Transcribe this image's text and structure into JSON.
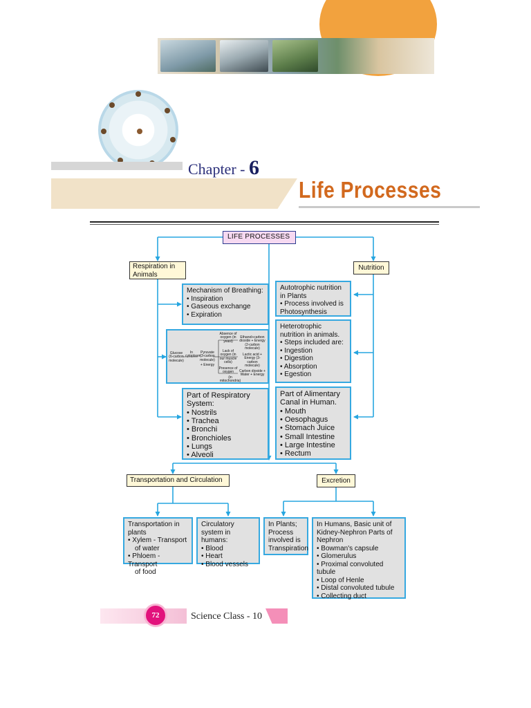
{
  "header": {
    "chapter_label": "Chapter - ",
    "chapter_number": "6",
    "title": "Life Processes"
  },
  "root": "LIFE PROCESSES",
  "respiration": {
    "heading": "Respiration in Animals",
    "breathing": {
      "title": "Mechanism of Breathing:",
      "items": [
        "Inspiration",
        "Gaseous exchange",
        "Expiration"
      ]
    },
    "pathway": {
      "glucose": "Glucose (6-carbon molecule)",
      "in_cytoplasm": "In cytoplasm",
      "pyruvate": "Pyruvate (3-carbon molecule)",
      "energy": "+ Energy",
      "absence": "Absence of oxygen (in yeast)",
      "lack": "Lack of oxygen (in our muscle cells)",
      "presence": "Presence of oxygen",
      "mitochondria": "(in mitochondria)",
      "out1": "Ethanol+carbon dioxide + Energy (2-carbon molecule)",
      "out2": "Lactic acid + Energy (3-carbon molecule)",
      "out3": "Carbon dioxide + Water + Energy"
    },
    "system": {
      "title": "Part of Respiratory System:",
      "items": [
        "Nostrils",
        "Trachea",
        "Bronchi",
        "Bronchioles",
        "Lungs",
        "Alveoli"
      ]
    }
  },
  "nutrition": {
    "heading": "Nutrition",
    "autotrophic": {
      "title": "Autotrophic nutrition in Plants",
      "items": [
        "Process involved is Photosynthesis"
      ]
    },
    "heterotrophic": {
      "title": "Heterotrophic nutrition in animals.",
      "items": [
        "Steps included are:",
        "Ingestion",
        "Digestion",
        "Absorption",
        "Egestion"
      ]
    },
    "canal": {
      "title": "Part of Alimentary Canal in Human.",
      "items": [
        "Mouth",
        "Oesophagus",
        "Stomach Juice",
        "Small Intestine",
        "Large Intestine",
        "Rectum"
      ]
    }
  },
  "transport": {
    "heading": "Transportation and Circulation",
    "plants": {
      "title": "Transportation in plants",
      "items": [
        "Xylem - Transport",
        "of water",
        "Phloem - Transport",
        "of food"
      ]
    },
    "humans": {
      "title": "Circulatory system in humans:",
      "items": [
        "Blood",
        "Heart",
        "Blood vessels"
      ]
    }
  },
  "excretion": {
    "heading": "Excretion",
    "plants": "In Plants; Process involved is Transpiration",
    "humans": {
      "title": "In Humans, Basic unit of Kidney-Nephron Parts of Nephron",
      "items": [
        "Bowman's capsule",
        "Glomerulus",
        "Proximal convoluted tubule",
        "Loop of Henle",
        "Distal convoluted tubule",
        "Collecting duct"
      ]
    }
  },
  "footer": {
    "page": "72",
    "book": "Science Class - 10"
  }
}
